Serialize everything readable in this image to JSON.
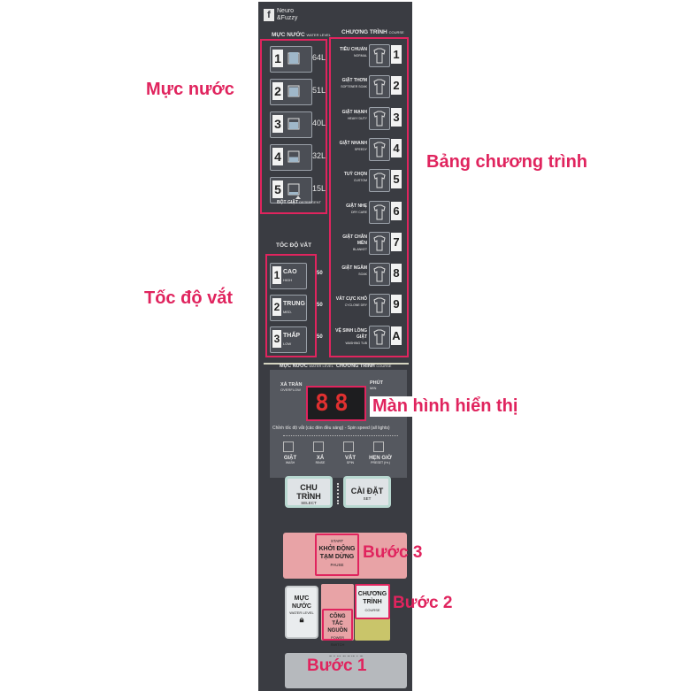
{
  "colors": {
    "panel": "#3a3c42",
    "accent": "#e0245e",
    "display_digits": "#e03030",
    "pink_button": "#e8a3a6",
    "yellow_button": "#c9c56a"
  },
  "brand": {
    "logo_letter": "f",
    "text": "Neuro &Fuzzy"
  },
  "water_level": {
    "header": "MỰC NƯỚC",
    "header_en": "WATER LEVEL",
    "levels": [
      {
        "num": "1",
        "value": "64L"
      },
      {
        "num": "2",
        "value": "51L"
      },
      {
        "num": "3",
        "value": "40L"
      },
      {
        "num": "4",
        "value": "32L"
      },
      {
        "num": "5",
        "value": "15L"
      }
    ],
    "detergent": "BỘT GIẶT",
    "detergent_en": "DETERGENT"
  },
  "course": {
    "header": "CHƯƠNG TRÌNH",
    "header_en": "COURSE",
    "programs": [
      {
        "num": "1",
        "vi": "TIÊU CHUẨN",
        "en": "NORMAL",
        "icon": "shirt-icon"
      },
      {
        "num": "2",
        "vi": "GIẶT THƠM",
        "en": "SOFTENER SOAK",
        "icon": "fragrance-shirt-icon"
      },
      {
        "num": "3",
        "vi": "GIẶT MẠNH",
        "en": "HEAVY DUTY",
        "icon": "heavy-duty-icon"
      },
      {
        "num": "4",
        "vi": "GIẶT NHANH",
        "en": "SPEEDY",
        "icon": "speedy-icon"
      },
      {
        "num": "5",
        "vi": "TUỲ CHỌN",
        "en": "CUSTOM",
        "icon": "custom-icon"
      },
      {
        "num": "6",
        "vi": "GIẶT NHẸ",
        "en": "DRY CARE",
        "icon": "dry-care-icon"
      },
      {
        "num": "7",
        "vi": "GIẶT CHĂN MỀN",
        "en": "BLANKET",
        "icon": "blanket-icon"
      },
      {
        "num": "8",
        "vi": "GIẶT NGÂM",
        "en": "SOAK",
        "icon": "soak-icon"
      },
      {
        "num": "9",
        "vi": "VẮT CỰC KHÔ",
        "en": "CYCLONE DRY",
        "icon": "cyclone-dry-icon"
      },
      {
        "num": "A",
        "vi": "VỆ SINH LỒNG GIẶT",
        "en": "WASHING TUB",
        "icon": "tub-clean-icon"
      }
    ]
  },
  "spin_speed": {
    "header": "TỐC ĐỘ VẮT",
    "options": [
      {
        "num": "1",
        "label": "CAO",
        "en": "HIGH",
        "side": "50"
      },
      {
        "num": "2",
        "label": "TRUNG",
        "en": "MED.",
        "side": "50"
      },
      {
        "num": "3",
        "label": "THẤP",
        "en": "LOW",
        "side": "50"
      }
    ]
  },
  "display_section": {
    "tab_water": "MỰC NƯỚC",
    "tab_water_en": "WATER LEVEL",
    "tab_course": "CHƯƠNG TRÌNH",
    "tab_course_en": "COURSE",
    "overflow": "XẢ TRÀN",
    "overflow_en": "OVERFLOW",
    "minutes": "PHÚT",
    "minutes_en": "MIN",
    "digits": "88",
    "spin_note": "Chỉnh tốc độ vắt (các đèn đều sáng) - Spin speed (all lights)",
    "steps": [
      {
        "vi": "GIẶT",
        "en": "WASH"
      },
      {
        "vi": "XẢ",
        "en": "RINSE"
      },
      {
        "vi": "VẮT",
        "en": "SPIN"
      },
      {
        "vi": "HẸN GIỜ",
        "en": "PRESET (Hr.)"
      }
    ]
  },
  "buttons": {
    "select": {
      "line1": "CHU",
      "line2": "TRÌNH",
      "en": "SELECT"
    },
    "set": {
      "line1": "CÀI ĐẶT",
      "en": "SET"
    },
    "start": {
      "en_top": "START",
      "line1": "KHỞI ĐỘNG",
      "line2": "TẠM DỪNG",
      "en_bottom": "PAUSE"
    },
    "water_level": {
      "line1": "MỰC",
      "line2": "NƯỚC",
      "en": "WATER LEVEL"
    },
    "power": {
      "line1": "CÔNG TẮC",
      "line2": "NGUỒN",
      "en": "POWER SWITCH"
    },
    "course": {
      "line1": "CHƯƠNG",
      "line2": "TRÌNH",
      "en": "COURSE"
    },
    "bottom_partial": "CHƯƠNG"
  },
  "callouts": {
    "water_level": "Mực nước",
    "program_table": "Bảng chương trình",
    "spin_speed": "Tốc độ vắt",
    "display": "Màn hình hiển thị",
    "step3": "Bước 3",
    "step2": "Bước 2",
    "step1": "Bước 1"
  }
}
